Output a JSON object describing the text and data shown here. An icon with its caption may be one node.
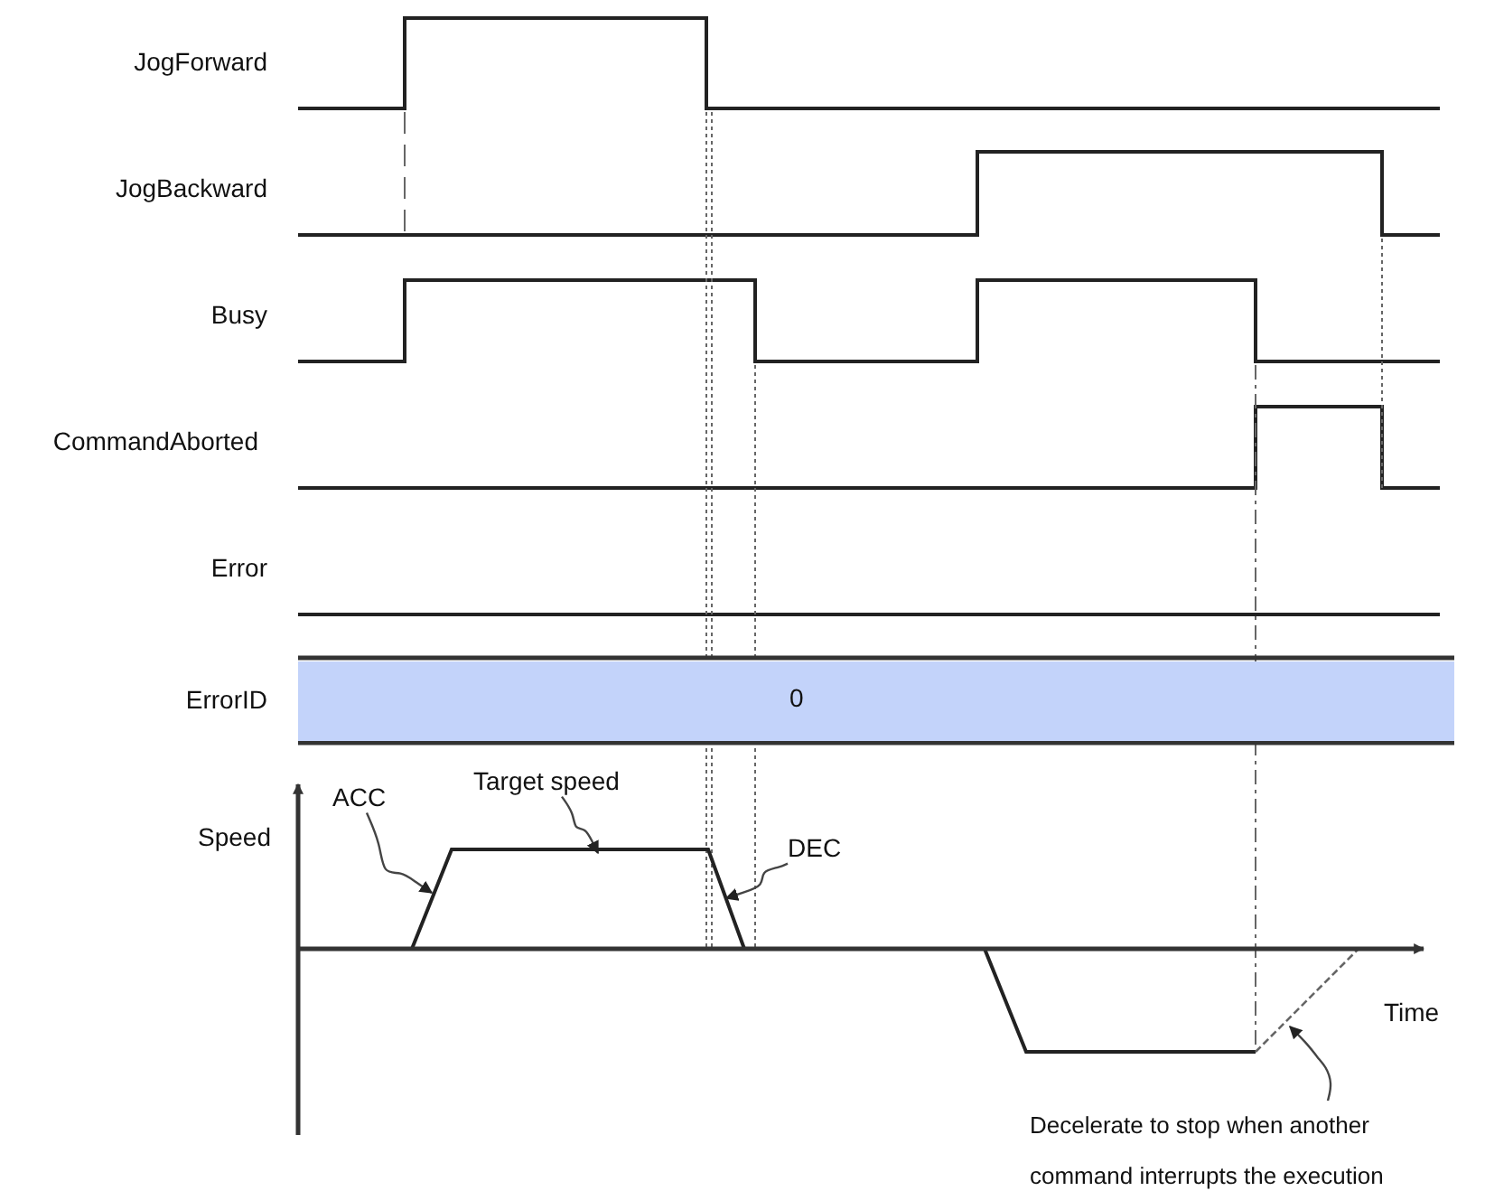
{
  "diagram": {
    "nodes": [
      {
        "text": [
          "ACC"
        ]
      },
      {
        "text": [
          "Target speed"
        ]
      },
      {
        "text": [
          "DEC"
        ]
      },
      {
        "text": [
          "Decelerate to stop when another command interrupts the execution"
        ]
      },
      {
        "text": [
          "0"
        ]
      }
    ],
    "edges": [
      {
        "from": 0,
        "to": null,
        "arrow": "to"
      },
      {
        "from": 1,
        "to": null,
        "arrow": "to"
      },
      {
        "from": 2,
        "to": null,
        "arrow": "to"
      },
      {
        "from": 3,
        "to": null,
        "arrow": "to"
      }
    ],
    "labels": [
      "JogForward",
      "JogBackward",
      "Busy",
      "CommandAborted",
      "Error",
      "ErrorID",
      "Speed",
      "Time"
    ]
  }
}
